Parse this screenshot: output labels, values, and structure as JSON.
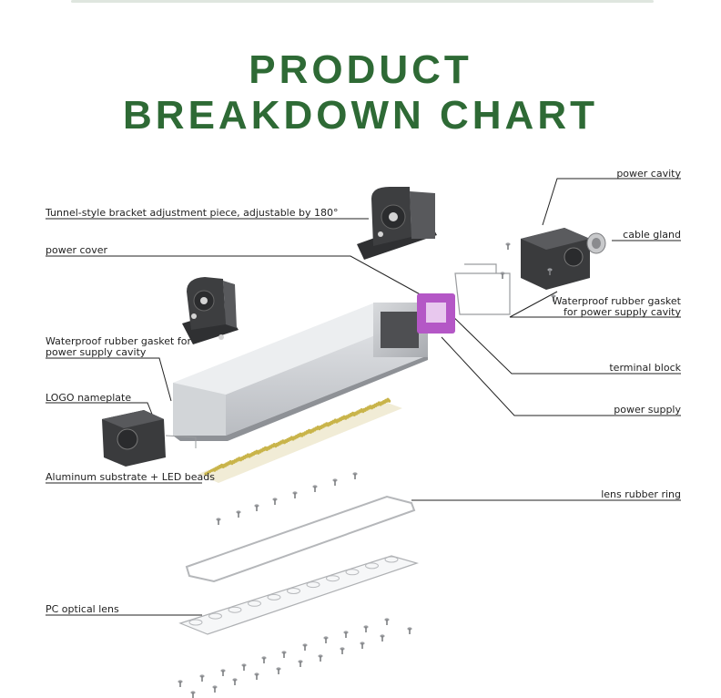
{
  "title": {
    "line1": "PRODUCT",
    "line2": "BREAKDOWN CHART"
  },
  "labels": {
    "tunnel_bracket": "Tunnel-style bracket adjustment piece, adjustable by 180°",
    "power_cover": "power cover",
    "gasket_left_1": "Waterproof rubber gasket for",
    "gasket_left_2": "power supply cavity",
    "logo_nameplate": "LOGO nameplate",
    "aluminum_substrate": "Aluminum substrate + LED beads",
    "pc_optical_lens": "PC optical lens",
    "power_cavity": "power cavity",
    "cable_gland": "cable gland",
    "gasket_right_1": "Waterproof rubber gasket",
    "gasket_right_2": "for power supply cavity",
    "terminal_block": "terminal block",
    "power_supply": "power supply",
    "lens_rubber_ring": "lens rubber ring"
  },
  "colors": {
    "title": "#2e6a35",
    "terminal_block": "#b457c6",
    "housing": "#c9ccd0",
    "dark_part": "#3a3b3d"
  }
}
